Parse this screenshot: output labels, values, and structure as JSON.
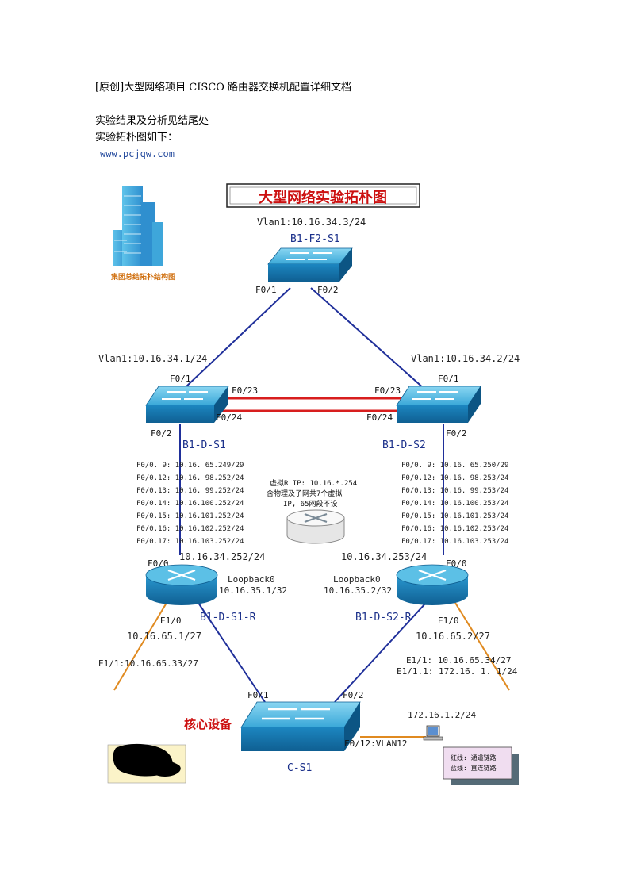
{
  "document": {
    "title": "[原创]大型网络项目 CISCO 路由器交换机配置详细文档",
    "line1": "实验结果及分析见结尾处",
    "line2": "实验拓朴图如下："
  },
  "figure": {
    "watermark": "www.pcjqw.com",
    "banner_title": "大型网络实验拓朴图",
    "building_caption": "集团总结拓朴结构图",
    "top_switch": {
      "name": "B1-F2-S1",
      "vlan": "Vlan1:10.16.34.3/24",
      "port_left": "F0/1",
      "port_right": "F0/2"
    },
    "left_switch": {
      "name": "B1-D-S1",
      "vlan": "Vlan1:10.16.34.1/24",
      "port_up": "F0/1",
      "port_trunk_a": "F0/23",
      "port_trunk_b": "F0/24",
      "port_down": "F0/2"
    },
    "right_switch": {
      "name": "B1-D-S2",
      "vlan": "Vlan1:10.16.34.2/24",
      "port_up": "F0/1",
      "port_trunk_a": "F0/23",
      "port_trunk_b": "F0/24",
      "port_down": "F0/2"
    },
    "left_subifs": [
      "F0/0. 9: 10.16. 65.249/29",
      "F0/0.12: 10.16. 98.252/24",
      "F0/0.13: 10.16. 99.252/24",
      "F0/0.14: 10.16.100.252/24",
      "F0/0.15: 10.16.101.252/24",
      "F0/0.16: 10.16.102.252/24",
      "F0/0.17: 10.16.103.252/24"
    ],
    "right_subifs": [
      "F0/0. 9: 10.16. 65.250/29",
      "F0/0.12: 10.16. 98.253/24",
      "F0/0.13: 10.16. 99.253/24",
      "F0/0.14: 10.16.100.253/24",
      "F0/0.15: 10.16.101.253/24",
      "F0/0.16: 10.16.102.253/24",
      "F0/0.17: 10.16.103.253/24"
    ],
    "virtual_router": {
      "line1": "虚拟R IP: 10.16.*.254",
      "line2": "含物理及子网共7个虚拟",
      "line3": "IP, 65网段不设"
    },
    "left_router": {
      "name": "B1-D-S1-R",
      "f00_ip": "10.16.34.252/24",
      "port_f00": "F0/0",
      "loopback_label": "Loopback0",
      "loopback_ip": "10.16.35.1/32",
      "port_e10": "E1/0",
      "e10_ip": "10.16.65.1/27",
      "e11_ip": "E1/1:10.16.65.33/27"
    },
    "right_router": {
      "name": "B1-D-S2-R",
      "f00_ip": "10.16.34.253/24",
      "port_f00": "F0/0",
      "loopback_label": "Loopback0",
      "loopback_ip": "10.16.35.2/32",
      "port_e10": "E1/0",
      "e10_ip": "10.16.65.2/27",
      "e11_ip": "E1/1:  10.16.65.34/27",
      "e111_ip": "E1/1.1: 172.16. 1. 1/24"
    },
    "core_switch": {
      "name": "C-S1",
      "caption": "核心设备",
      "port_left": "F0/1",
      "port_right": "F0/2",
      "port_pc": "F0/12:VLAN12"
    },
    "pc": {
      "ip": "172.16.1.2/24"
    },
    "legend": {
      "red": "红线: 通道链路",
      "blue": "蓝线: 直连链路"
    },
    "colors": {
      "blue_link": "#1f2f9a",
      "red_link": "#d81e1e",
      "orange_link": "#e08a20",
      "device": "#1f8fc4",
      "device_top": "#5cc0e6",
      "background": "#ffffff"
    }
  }
}
